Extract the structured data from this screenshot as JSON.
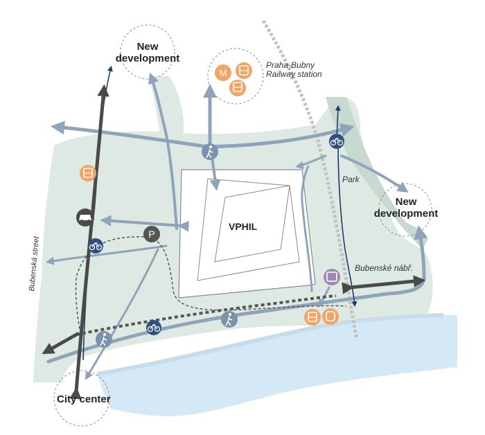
{
  "labels": {
    "new_development_north": "New development",
    "new_development_east": "New development",
    "railway_station": "Praha-Bubny Railway station",
    "vphil": "VPHIL",
    "park": "Park",
    "bubenske_nabr": "Bubenské nábř.",
    "bubenska_street": "Bubenská street",
    "city_center": "City center"
  },
  "icons": {
    "metro": "M",
    "parking": "P"
  },
  "colors": {
    "park_green": "#dde9e2",
    "river_blue": "#d5e8f6",
    "flow_blue": "#8fa3ba",
    "dark_arrow": "#555555",
    "navy_route": "#1f3a66",
    "orange_icon": "#f0a465",
    "navy_icon": "#2f4f7f",
    "railway_grey": "#bfbfbf"
  }
}
